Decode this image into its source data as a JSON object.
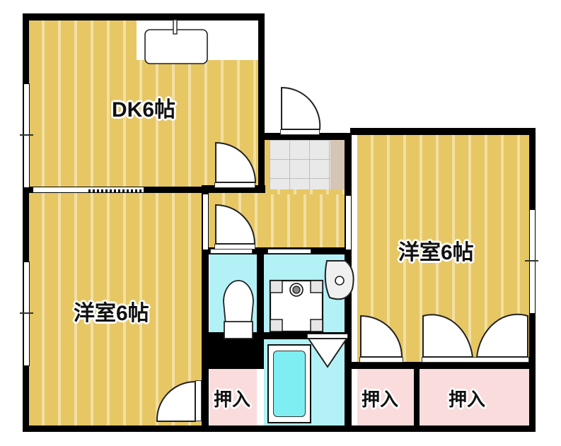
{
  "plan": {
    "title": "Apartment floor plan 2DK",
    "unit_note": "",
    "colors": {
      "wall": "#000000",
      "wood_floor": "#E6C764",
      "wood_floor_stripe": "#F2DFA2",
      "bath_fill": "#B2F2F7",
      "tub_fill": "#7FEEF2",
      "closet_fill": "#FADCDC",
      "tile_fill": "#E9E9E9",
      "genkan_fill": "#D5C5B4",
      "white": "#FFFFFF"
    }
  },
  "rooms": [
    {
      "id": "dk",
      "label": "DK6帖",
      "type": "dining-kitchen"
    },
    {
      "id": "washitsu_l",
      "label": "洋室6帖",
      "type": "western-room"
    },
    {
      "id": "washitsu_r",
      "label": "洋室6帖",
      "type": "western-room"
    }
  ],
  "closets": [
    {
      "id": "closet-1",
      "label": "押入"
    },
    {
      "id": "closet-2",
      "label": "押入"
    },
    {
      "id": "closet-3",
      "label": "押入"
    }
  ],
  "fixtures": [
    {
      "id": "kitchen-sink",
      "name": "kitchen-sink"
    },
    {
      "id": "toilet",
      "name": "toilet"
    },
    {
      "id": "washing-machine",
      "name": "washing-machine-pan"
    },
    {
      "id": "wash-basin",
      "name": "wash-basin"
    },
    {
      "id": "bathtub",
      "name": "bathtub"
    },
    {
      "id": "entrance-tile",
      "name": "entrance-tiled-area"
    },
    {
      "id": "genkan",
      "name": "genkan-step"
    }
  ],
  "openings": [
    {
      "id": "entry-door",
      "name": "entrance-door"
    },
    {
      "id": "dk-door",
      "name": "dk-swing-door"
    },
    {
      "id": "hall-door",
      "name": "hallway-swing-door"
    },
    {
      "id": "washitsu-l-door",
      "name": "left-room-swing-door"
    },
    {
      "id": "washitsu-r-door-1",
      "name": "right-room-door-left"
    },
    {
      "id": "washitsu-r-door-2",
      "name": "right-room-double-door-a"
    },
    {
      "id": "washitsu-r-door-3",
      "name": "right-room-double-door-b"
    },
    {
      "id": "bath-door",
      "name": "bath-folding-door"
    },
    {
      "id": "window-left-top",
      "name": "window-left-upper"
    },
    {
      "id": "window-left-bottom",
      "name": "window-left-lower"
    },
    {
      "id": "window-right",
      "name": "window-right"
    },
    {
      "id": "sliding-dk",
      "name": "sliding-partition-dk"
    }
  ]
}
